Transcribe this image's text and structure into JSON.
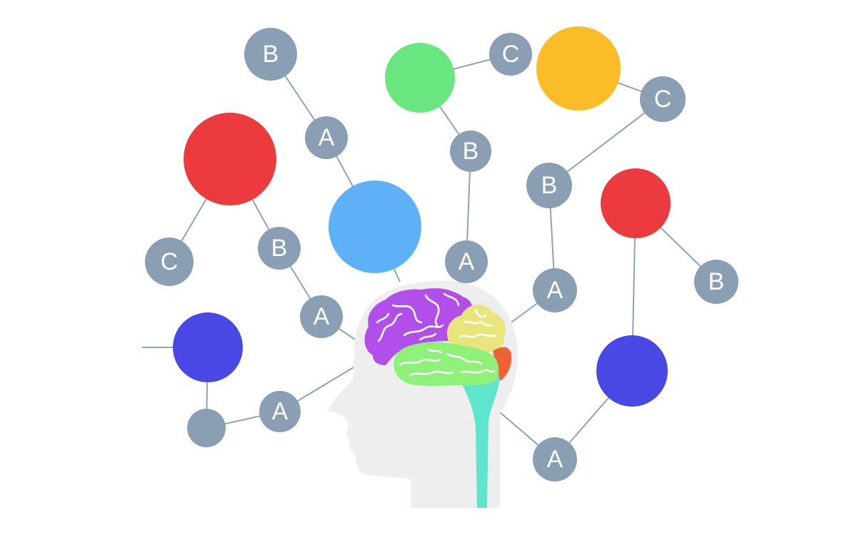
{
  "palette": {
    "label_node": "#8a9fb3",
    "edge": "#8fa3b5",
    "head": "#eeeeee",
    "red": "#eb3b3e",
    "blue_light": "#5eb0f7",
    "green": "#69e67f",
    "yellow": "#fbbd27",
    "indigo": "#4a48e5",
    "brain_frontal": "#b24ee9",
    "brain_parietal": "#e8e57a",
    "brain_occipital": "#ef6235",
    "brain_temporal": "#8ff07a",
    "brain_stem": "#5fe5cb"
  },
  "nodes": [
    {
      "id": "b1",
      "label": "B",
      "kind": "label"
    },
    {
      "id": "a1",
      "label": "A",
      "kind": "label"
    },
    {
      "id": "big_blue",
      "label": "",
      "kind": "color",
      "color": "blue_light"
    },
    {
      "id": "big_red",
      "label": "",
      "kind": "color",
      "color": "red"
    },
    {
      "id": "c1",
      "label": "C",
      "kind": "label"
    },
    {
      "id": "b2",
      "label": "B",
      "kind": "label"
    },
    {
      "id": "a2",
      "label": "A",
      "kind": "label"
    },
    {
      "id": "green",
      "label": "",
      "kind": "color",
      "color": "green"
    },
    {
      "id": "c2",
      "label": "C",
      "kind": "label"
    },
    {
      "id": "yellow",
      "label": "",
      "kind": "color",
      "color": "yellow"
    },
    {
      "id": "c3",
      "label": "C",
      "kind": "label"
    },
    {
      "id": "b3",
      "label": "B",
      "kind": "label"
    },
    {
      "id": "a3",
      "label": "A",
      "kind": "label"
    },
    {
      "id": "b4",
      "label": "B",
      "kind": "label"
    },
    {
      "id": "a4",
      "label": "A",
      "kind": "label"
    },
    {
      "id": "small_red",
      "label": "",
      "kind": "color",
      "color": "red"
    },
    {
      "id": "b5",
      "label": "B",
      "kind": "label"
    },
    {
      "id": "indigo_right",
      "label": "",
      "kind": "color",
      "color": "indigo"
    },
    {
      "id": "a5",
      "label": "A",
      "kind": "label"
    },
    {
      "id": "indigo_left",
      "label": "",
      "kind": "color",
      "color": "indigo"
    },
    {
      "id": "blank",
      "label": "",
      "kind": "label"
    },
    {
      "id": "a6",
      "label": "A",
      "kind": "label"
    }
  ]
}
